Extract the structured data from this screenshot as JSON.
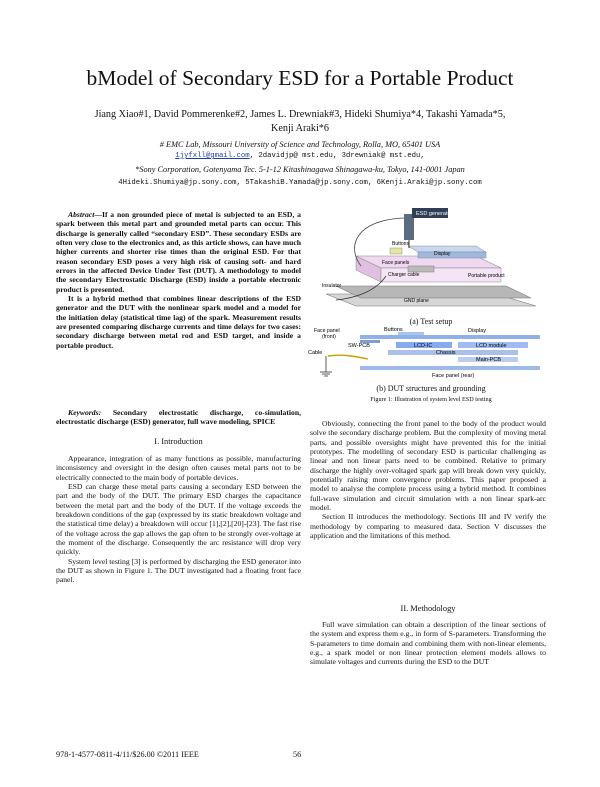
{
  "title": "bModel of Secondary ESD for a Portable Product",
  "authors": {
    "line1": "Jiang Xiao#1, David Pommerenke#2, James L. Drewniak#3, Hideki Shumiya*4, Takashi Yamada*5,",
    "line2": "Kenji Araki*6"
  },
  "affiliations": {
    "a1": "# EMC Lab, Missouri University of Science and Technology, Rolla, MO, 65401 USA",
    "emails1_a": "1jyfxll@gmail.com",
    "emails1_b": ", 2davidjp@ mst.edu, 3drewniak@ mst.edu,",
    "a2": "*Sony Corporation, Gotenyama Tec. 5-1-12 Kitashinagawa Shinagawa-ku, Tokyo, 141-0001 Japan",
    "emails2": "4Hideki.Shumiya@jp.sony.com, 5TakashiB.Yamada@jp.sony.com, 6Kenji.Araki@jp.sony.com"
  },
  "abstract": {
    "label": "Abstract",
    "p1": "—If a non grounded piece of metal is subjected to an ESD, a spark between this metal part and grounded metal parts can occur. This discharge is generally called “secondary ESD”. These secondary ESDs are often very close to the electronics and, as this article shows, can have much higher currents and shorter rise times than the original ESD. For that reason secondary ESD poses a very high risk of causing soft- and hard errors in the affected Device Under Test (DUT). A methodology to model the secondary Electrostatic Discharge (ESD) inside a portable electronic product is presented.",
    "p2": "It is a hybrid method that combines linear descriptions of the ESD generator and the DUT with the nonlinear spark model and a model for the initiation delay (statistical time lag) of the spark. Measurement results are presented comparing discharge currents and time delays for two cases: secondary discharge between metal rod and ESD target, and inside a portable product."
  },
  "keywords": {
    "label": "Keywords:",
    "text": " Secondary electrostatic discharge, co-simulation, electrostatic discharge (ESD) generator, full wave modeling, SPICE"
  },
  "sections": {
    "intro": "I. Introduction",
    "method": "II. Methodology"
  },
  "intro": {
    "p1": "Appearance, integration of as many functions as possible, manufacturing inconsistency and oversight in the design often causes metal parts not to be electrically connected to the main body of portable devices.",
    "p2": "ESD can charge these metal parts causing a secondary ESD between the part and the body of the DUT. The primary ESD charges the capacitance between the metal part and the body of the DUT. If the voltage exceeds the breakdown conditions of the gap (expressed by its static breakdown voltage and the statistical time delay) a breakdown will occur [1],[2],[20]-[23]. The fast rise of the voltage across the gap allows the gap often to be strongly over-voltage at the moment of the discharge. Consequently the arc resistance will drop very quickly.",
    "p3": "System level testing [3] is performed by discharging the ESD generator into the DUT as shown in Figure 1. The DUT investigated had a floating front face panel."
  },
  "right": {
    "p1": "Obviously, connecting the front panel to the body of the product would solve the secondary discharge problem. But the complexity of moving metal parts, and possible oversights might have prevented this for the initial prototypes. The modelling of secondary ESD is particular challenging as linear and non linear parts need to be combined. Relative to primary discharge the highly over-voltaged spark gap will break down very quickly, potentially raising more convergence problems. This paper proposed a model to analyse the complete process using a hybrid method. It combines full-wave simulation and circuit simulation with a non linear spark-arc model.",
    "p2": "Section II introduces the methodology. Sections III and IV verify the methodology by comparing to measured data. Section V discusses the application and the limitations of this method.",
    "p3": "Full wave simulation can obtain a description of the linear sections of the system and express them e.g., in form of S-parameters. Transforming the S-parameters to time domain and combining them with non-linear elements, e.g., a spark model or non linear protection element models allows to simulate voltages and currents during the ESD to the DUT"
  },
  "figure": {
    "labels_a": {
      "esd_generator": "ESD generator",
      "buttons": "Buttons",
      "display": "Display",
      "face_panels": "Face panels",
      "charger_cable": "Charger cable",
      "portable_product": "Portable product",
      "insulator": "Insulator",
      "gnd_plane": "GND plane"
    },
    "caption_a": "(a) Test setup",
    "labels_b": {
      "face_panel_front": "Face panel\n(front)",
      "buttons": "Buttons",
      "display": "Display",
      "sw_pcb": "SW-PCB",
      "lcd_ic": "LCD-IC",
      "lcd_module": "LCD module",
      "chassis": "Chassis",
      "main_pcb": "Main-PCB",
      "cable": "Cable",
      "face_panel_rear": "Face panel (rear)"
    },
    "caption_b": "(b) DUT structures and grounding",
    "caption": "Figure 1: Illustration of system level ESD testing"
  },
  "footer": {
    "left": "978-1-4577-0811-4/11/$26.00 ©2011 IEEE",
    "page": "56"
  }
}
